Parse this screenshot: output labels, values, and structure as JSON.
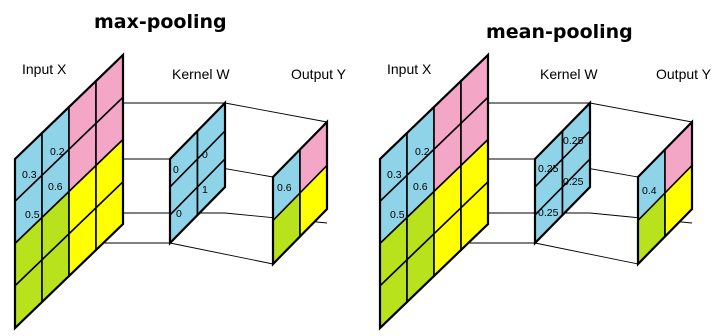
{
  "colors": {
    "blue": "#8fd3e8",
    "pink": "#f4a6c6",
    "yellow": "#ffff00",
    "green": "#b7e21c",
    "outline": "#000000"
  },
  "panels": [
    {
      "title": "max-pooling",
      "input_label": "Input X",
      "kernel_label": "Kernel W",
      "output_label": "Output Y",
      "input_values": [
        "0.3",
        "0.2",
        "0.6",
        "0.5"
      ],
      "kernel_values": [
        "0",
        "0",
        "1",
        "0"
      ],
      "output_value": "0.6"
    },
    {
      "title": "mean-pooling",
      "input_label": "Input X",
      "kernel_label": "Kernel W",
      "output_label": "Output Y",
      "input_values": [
        "0.3",
        "0.2",
        "0.6",
        "0.5"
      ],
      "kernel_values": [
        "0.25",
        "0.25",
        "0.25",
        "0.25"
      ],
      "output_value": "0.4"
    }
  ]
}
